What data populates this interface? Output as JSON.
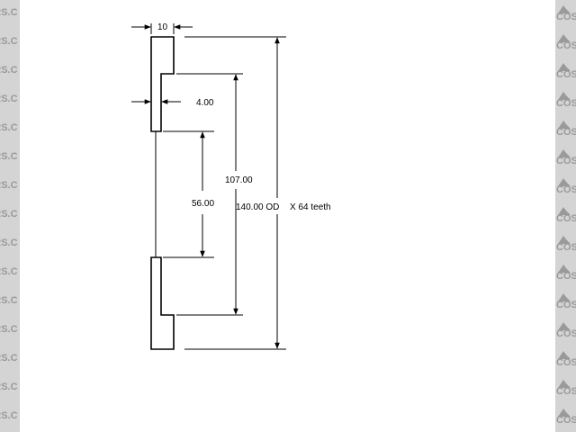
{
  "diagram": {
    "dimensions": {
      "width": "10",
      "step_depth": "4.00",
      "inner_gap": "56.00",
      "step_span": "107.00",
      "outer_diameter": "140.00 OD",
      "teeth": "X 64 teeth"
    }
  },
  "watermark": {
    "left_text": "DERS.C",
    "right_text": "COSTI"
  },
  "colors": {
    "line": "#000000",
    "watermark_bg": "#d4d4d4",
    "watermark_text": "#9a9a9a"
  }
}
